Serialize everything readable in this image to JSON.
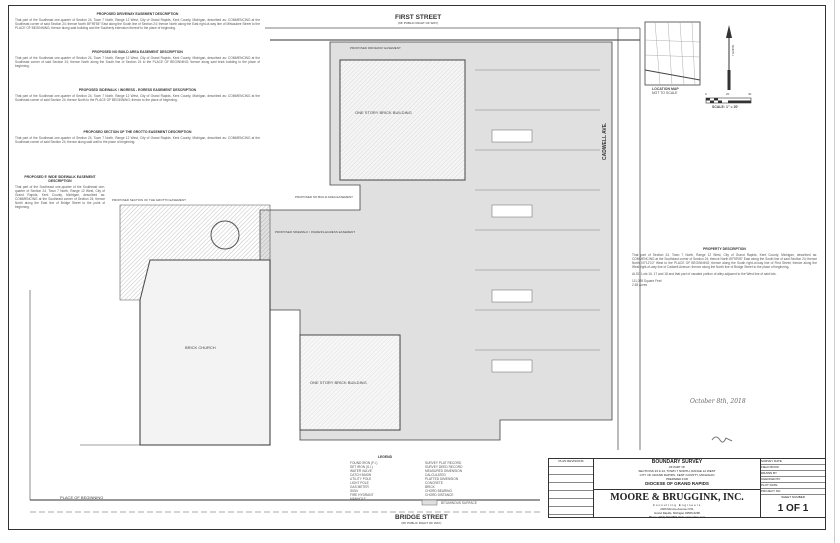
{
  "descriptions": [
    {
      "heading": "PROPOSED DRIVEWAY EASEMENT DESCRIPTION",
      "body": "That part of the Southeast one-quarter of Section 24, Town 7 North, Range 12 West, City of Grand Rapids, Kent County, Michigan, described as: COMMENCING at the Southeast corner of said Section 24; thence North 89°59'55\" East along the South line of Section 24; thence North along the East right-of-way line of Milwaukee Street to the PLACE OF BEGINNING; thence along said building and the Southerly extension thereof to the place of beginning."
    },
    {
      "heading": "PROPOSED NO BUILD AREA EASEMENT DESCRIPTION",
      "body": "That part of the Southeast one-quarter of Section 24, Town 7 North, Range 12 West, City of Grand Rapids, Kent County, Michigan, described as: COMMENCING at the Southeast corner of said Section 24; thence North along the South line of Section 24 to the PLACE OF BEGINNING; thence along said brick building to the place of beginning."
    },
    {
      "heading": "PROPOSED SIDEWALK / INGRESS - EGRESS EASEMENT DESCRIPTION",
      "body": "That part of the Southeast one-quarter of Section 24, Town 7 North, Range 12 West, City of Grand Rapids, Kent County, Michigan, described as: COMMENCING at the Southeast corner of said Section 24; thence North to the PLACE OF BEGINNING; thence to the place of beginning."
    },
    {
      "heading": "PROPOSED SECTION OF THE GROTTO EASEMENT DESCRIPTION",
      "body": "That part of the Southeast one-quarter of Section 24, Town 7 North, Range 12 West, City of Grand Rapids, Kent County, Michigan, described as: COMMENCING at the Southeast corner of said Section 24; thence along said wall to the place of beginning."
    },
    {
      "heading": "PROPOSED 5' WIDE SIDEWALK EASEMENT DESCRIPTION",
      "body": "That part of the Southeast one-quarter of the Southeast one-quarter of Section 24, Town 7 North, Range 12 West, City of Grand Rapids, Kent County, Michigan, described as: COMMENCING at the Southeast corner of Section 24; thence North along the East line of Bridge Street to the point of beginning."
    }
  ],
  "streets": {
    "first": "FIRST STREET",
    "first_sub": "(66' PUBLIC RIGHT OF WAY)",
    "bridge": "BRIDGE STREET",
    "bridge_sub": "(66' PUBLIC RIGHT OF WAY)",
    "cadwell": "CADWELL AVE."
  },
  "labels": {
    "bldg1": "ONE STORY BRICK BUILDING",
    "church": "BRICK CHURCH",
    "bldg2": "ONE STORY BRICK BUILDING",
    "pob": "PLACE OF BEGINNING",
    "no_build": "PROPOSED NO BUILD AREA EASEMENT",
    "sidewalk": "PROPOSED SIDEWALK / INGRESS-EGRESS EASEMENT",
    "grotto": "PROPOSED SECTION OF THE GROTTO EASEMENT",
    "driveway": "PROPOSED DRIVEWAY EASEMENT"
  },
  "location_map": {
    "title": "LOCATION MAP",
    "sub": "NOT TO SCALE"
  },
  "north": "NORTH",
  "scale": {
    "ticks": [
      "0",
      "20",
      "40"
    ],
    "label": "SCALE: 1\" = 20'"
  },
  "property": {
    "heading": "PROPERTY DESCRIPTION",
    "body": "That part of Section 24, Town 7 North, Range 12 West, City of Grand Rapids, Kent County, Michigan, described as: COMMENCING at the Southeast corner of Section 24; thence North 89°59'55\" East along the South line of said Section 24; thence North 00°12'10\" West to the PLACE OF BEGINNING; thence along the South right-of-way line of First Street; thence along the West right-of-way line of Cadwell Avenue; thence along the North line of Bridge Street to the place of beginning.",
    "also": "ALSO Lots 16, 17 and 18 and that part of vacated portion of alley adjacent to the West line of said lots.",
    "area": "111,028 Square Feet",
    "acres": "2.55 Acres"
  },
  "hand_date": "October 8th, 2018",
  "legend": {
    "heading": "LEGEND",
    "items": [
      "FOUND IRON (F.I.)",
      "SET IRON (S.I.)",
      "WATER VALVE",
      "CATCH BASIN",
      "UTILITY POLE",
      "LIGHT POLE",
      "GAS METER",
      "SIGN",
      "FIRE HYDRANT",
      "MANHOLE"
    ],
    "items2": [
      "SURVEY PLAT RECORD",
      "SURVEY DEED RECORD",
      "MEASURED DIMENSION",
      "CALCULATED",
      "PLATTED DIMENSION",
      "CONCRETE",
      "BRICK",
      "CHORD BEARING",
      "CHORD DISTANCE"
    ],
    "hatch": "BITUMINOUS SURFACE"
  },
  "title_block": {
    "revisions": "PLAN REVISIONS",
    "title": "BOUNDARY SURVEY",
    "of_part": "OF PART OF",
    "sections": "SECTIONS 23 & 24, TOWN 7 NORTH, RANGE 12 WEST",
    "city": "CITY OF GRAND RAPIDS, KENT COUNTY, MICHIGAN",
    "prepared": "PREPARED FOR",
    "client": "DIOCESE OF GRAND RAPIDS",
    "company": "MOORE & BRUGGINK, INC.",
    "tagline": "Consulting Engineers",
    "address": "2020 Monroe Avenue N.W.",
    "city_addr": "Grand Rapids, Michigan 49505-6298",
    "phone": "Phone: (616) 363-9801  Web: www.mbce.com",
    "fields": [
      "SURVEY DATE",
      "FIELD BOOK",
      "DRAWN BY",
      "CHECKED BY",
      "PLOT DATE",
      "PROJECT NO."
    ],
    "sheet_label": "SHEET NUMBER",
    "sheet": "1 OF 1"
  }
}
